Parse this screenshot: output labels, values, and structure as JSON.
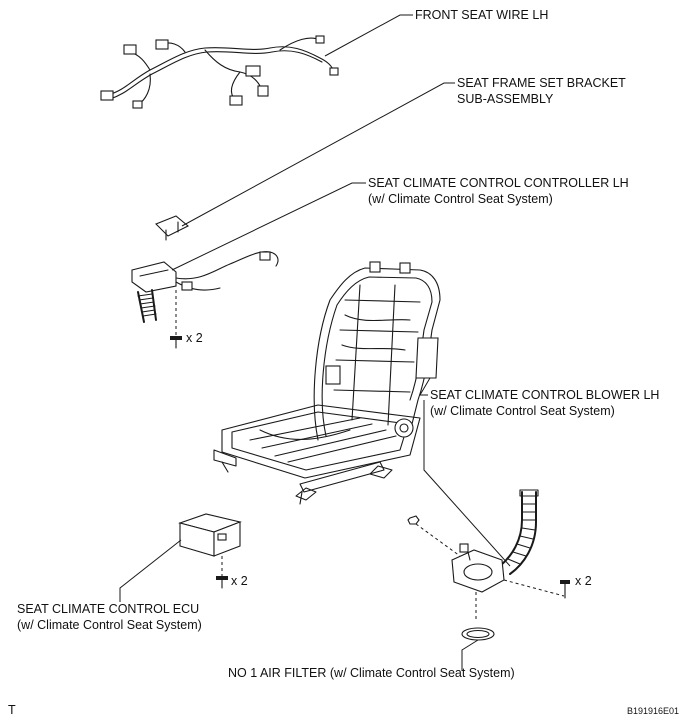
{
  "labels": {
    "front_seat_wire": "FRONT SEAT WIRE LH",
    "seat_frame_bracket_1": "SEAT FRAME SET BRACKET",
    "seat_frame_bracket_2": "SUB-ASSEMBLY",
    "controller_1": "SEAT CLIMATE CONTROL CONTROLLER LH",
    "controller_2": "(w/ Climate Control Seat System)",
    "blower_1": "SEAT CLIMATE CONTROL BLOWER LH",
    "blower_2": "(w/ Climate Control Seat System)",
    "ecu_1": "SEAT CLIMATE CONTROL ECU",
    "ecu_2": "(w/ Climate Control Seat System)",
    "air_filter": "NO  1 AIR FILTER (w/ Climate Control Seat System)"
  },
  "fastener_counts": {
    "controller_bolts": "x 2",
    "ecu_bolts": "x 2",
    "blower_bolts": "x 2"
  },
  "figure_code": "B191916E01",
  "corner_mark": "T"
}
